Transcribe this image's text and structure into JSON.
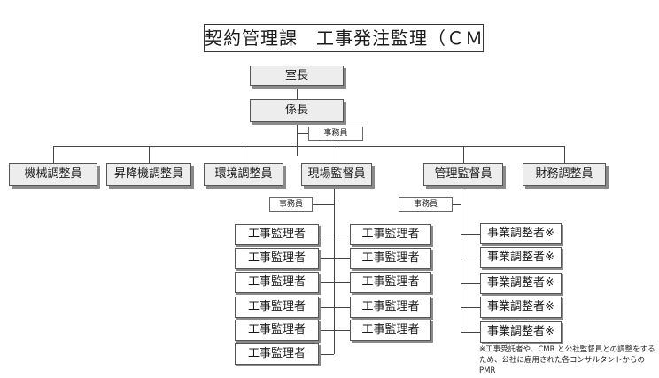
{
  "title": "契約管理課　工事発注監理（ＣＭ）室",
  "chief": "室長",
  "subchief": "係長",
  "clerk": "事務員",
  "departments": [
    "機械調整員",
    "昇降機調整員",
    "環境調整員",
    "現場監督員",
    "管理監督員",
    "財務調整員"
  ],
  "site_clerk": "事務員",
  "mgmt_clerk": "事務員",
  "inspectors_left": [
    "工事監理者",
    "工事監理者",
    "工事監理者",
    "工事監理者",
    "工事監理者",
    "工事監理者"
  ],
  "inspectors_right": [
    "工事監理者",
    "工事監理者",
    "工事監理者",
    "工事監理者",
    "工事監理者"
  ],
  "coordinators": [
    "事業調整者※",
    "事業調整者※",
    "事業調整者※",
    "事業調整者※",
    "事業調整者※"
  ],
  "note": "※工事受託者や、CMR と公社監督員との調整をするため、公社に雇用された各コンサルタントからの PMR"
}
